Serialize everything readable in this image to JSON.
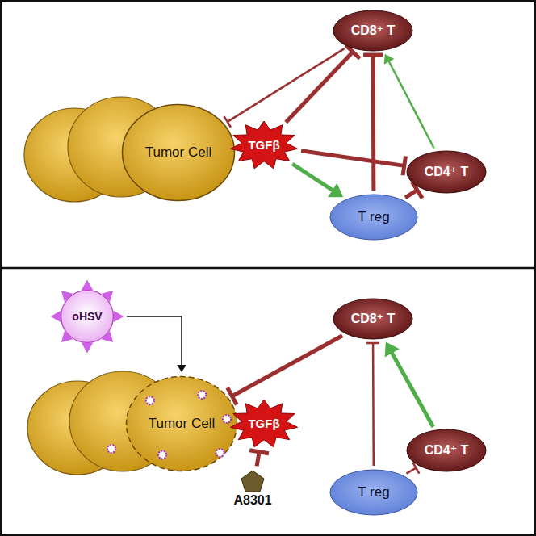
{
  "diagram": {
    "nodes": [
      {
        "text": [
          "Tumor Cell"
        ]
      },
      {
        "text": [
          "CD8⁺ T"
        ]
      },
      {
        "text": [
          "TGFβ"
        ]
      },
      {
        "text": [
          "CD4⁺ T"
        ]
      },
      {
        "text": [
          "T reg"
        ]
      },
      {
        "text": [
          "oHSV"
        ]
      },
      {
        "text": [
          "Tumor Cell"
        ]
      },
      {
        "text": [
          "CD8⁺ T"
        ]
      },
      {
        "text": [
          "TGFβ"
        ]
      },
      {
        "text": [
          "CD4⁺ T"
        ]
      },
      {
        "text": [
          "T reg"
        ]
      },
      {
        "text": [
          "A8301"
        ]
      }
    ],
    "edges": [
      {
        "from": 1,
        "to": 0,
        "arrow": "to"
      },
      {
        "from": 2,
        "to": 1,
        "arrow": "to"
      },
      {
        "from": 2,
        "to": 3,
        "arrow": "to"
      },
      {
        "from": 2,
        "to": 4,
        "arrow": "to"
      },
      {
        "from": 4,
        "to": 1,
        "arrow": "to"
      },
      {
        "from": 4,
        "to": 3,
        "arrow": "to"
      },
      {
        "from": 3,
        "to": 1,
        "arrow": "to"
      },
      {
        "from": 5,
        "to": 6,
        "arrow": "to"
      },
      {
        "from": 7,
        "to": 6,
        "arrow": "to"
      },
      {
        "from": 11,
        "to": 8,
        "arrow": "to"
      },
      {
        "from": 10,
        "to": 7,
        "arrow": "to"
      },
      {
        "from": 10,
        "to": 9,
        "arrow": "to"
      },
      {
        "from": 9,
        "to": 7,
        "arrow": "to"
      }
    ]
  }
}
